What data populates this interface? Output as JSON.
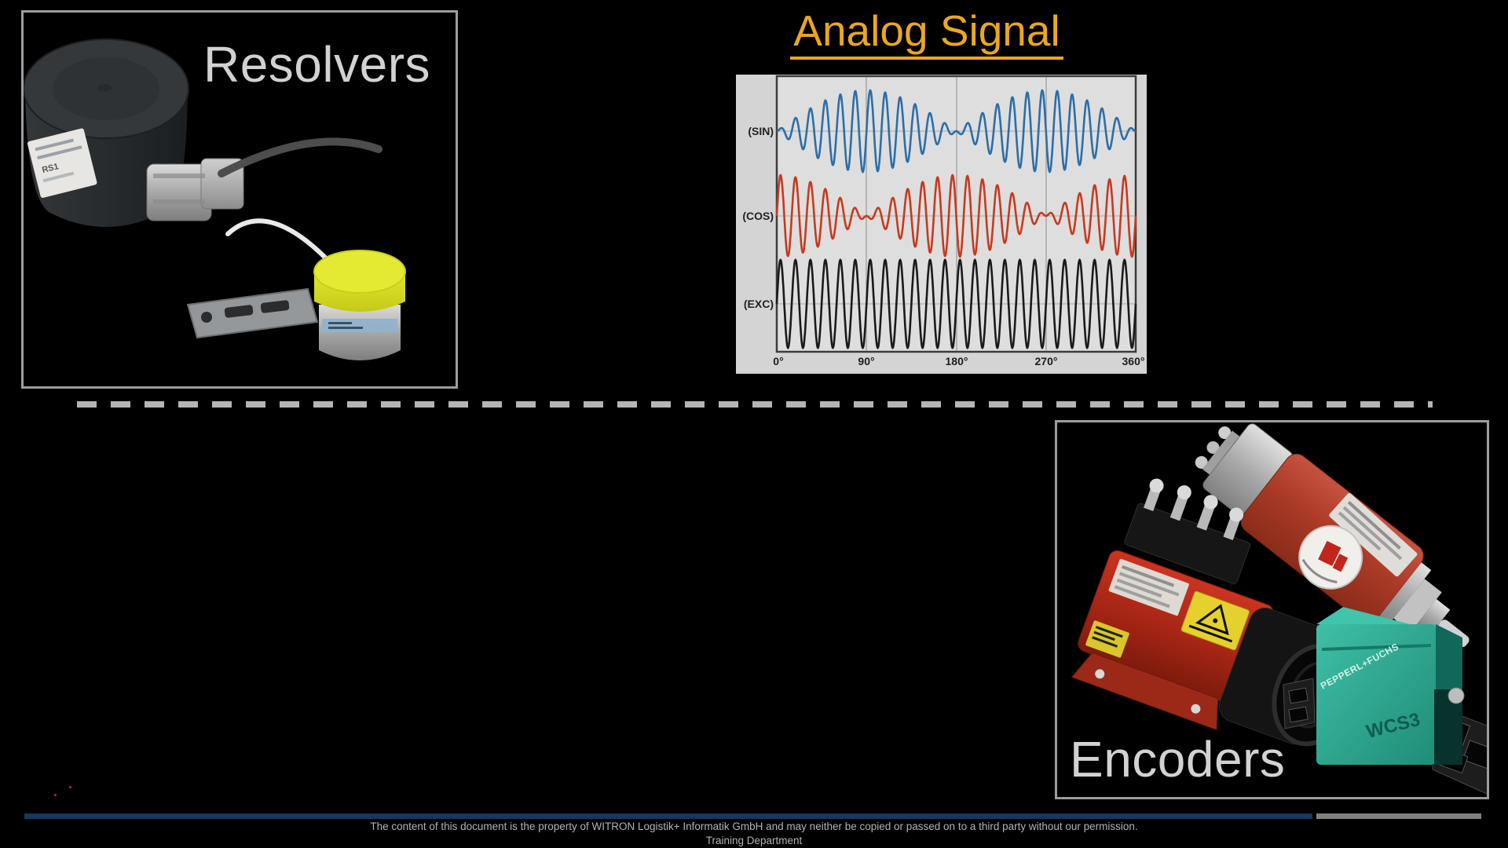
{
  "resolvers": {
    "title": "Resolvers",
    "device_label": "RS1"
  },
  "analog": {
    "title": "Analog Signal"
  },
  "encoders": {
    "title": "Encoders",
    "brand": "PEPPERL+FUCHS",
    "model": "WCS3"
  },
  "footer": {
    "line1": "The content of this document is the property of WITRON Logistik+ Informatik GmbH and may neither be copied or passed on to a third party without our permission.",
    "line2": "Training Department"
  },
  "colors": {
    "accent_gold": "#E9A722",
    "title_gray": "#D2D2D2",
    "footer_bar_blue": "#17375D",
    "footer_bar_gray": "#7F7F7F",
    "divider_gray": "#B5B5B5",
    "chart_background": "#D4D4D4"
  },
  "chart_data": {
    "type": "line",
    "title": "Analog Signal",
    "x_ticks": [
      "0°",
      "90°",
      "180°",
      "270°",
      "360°"
    ],
    "x_range_degrees": [
      0,
      360
    ],
    "carrier_cycles": 24,
    "grid": true,
    "legend": "none",
    "series": [
      {
        "name": "(SIN)",
        "color": "#2b6ea9",
        "modulation": "sin",
        "amplitude": 1
      },
      {
        "name": "(COS)",
        "color": "#c63a1e",
        "modulation": "cos",
        "amplitude": 1
      },
      {
        "name": "(EXC)",
        "color": "#1a1a1a",
        "modulation": "constant",
        "amplitude": 1
      }
    ]
  }
}
